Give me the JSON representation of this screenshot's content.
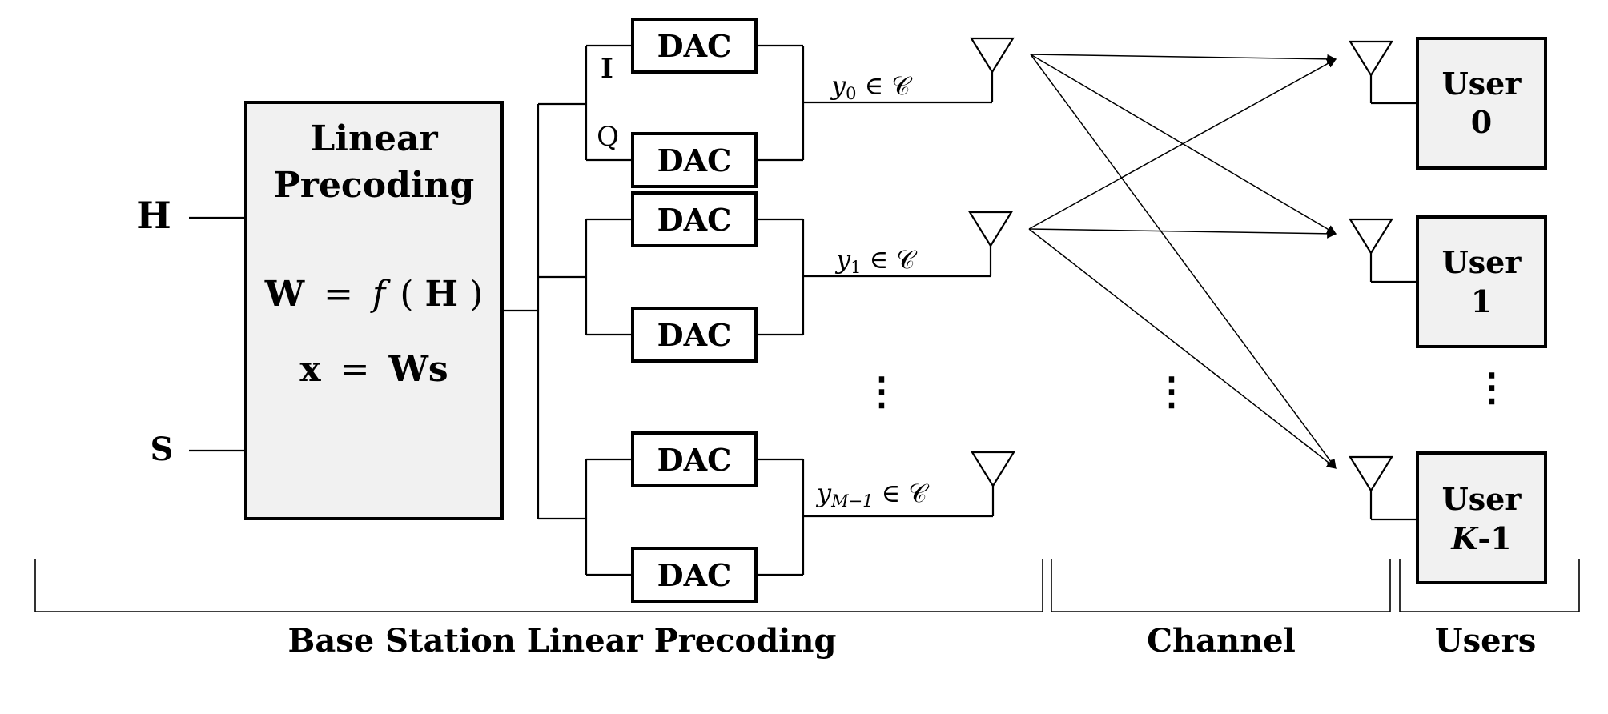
{
  "inputs": {
    "h": "H",
    "s": "S"
  },
  "precoder": {
    "title_line1": "Linear",
    "title_line2": "Precoding",
    "eq_w_lhs": "W",
    "eq_w_eq": "=",
    "eq_w_f": "f",
    "eq_w_arg_open": "(",
    "eq_w_arg": "H",
    "eq_w_arg_close": ")",
    "eq_x_lhs": "x",
    "eq_x_eq": "=",
    "eq_x_rhs": "Ws"
  },
  "iq": {
    "i_label": "I",
    "q_label": "Q"
  },
  "dac_label": "DAC",
  "antenna_outputs": [
    {
      "var": "y",
      "sub": "0",
      "set": "∈ 𝒞"
    },
    {
      "var": "y",
      "sub": "1",
      "set": "∈ 𝒞"
    },
    {
      "var": "y",
      "sub": "M−1",
      "set": "∈ 𝒞"
    }
  ],
  "ellipsis": "⋮",
  "users": [
    {
      "line1": "User",
      "line2": "0",
      "line2_italic_part": ""
    },
    {
      "line1": "User",
      "line2": "1",
      "line2_italic_part": ""
    },
    {
      "line1": "User",
      "line2": "-1",
      "line2_italic_part": "K"
    }
  ],
  "sections": {
    "base_station": "Base Station Linear Precoding",
    "channel": "Channel",
    "users": "Users"
  }
}
